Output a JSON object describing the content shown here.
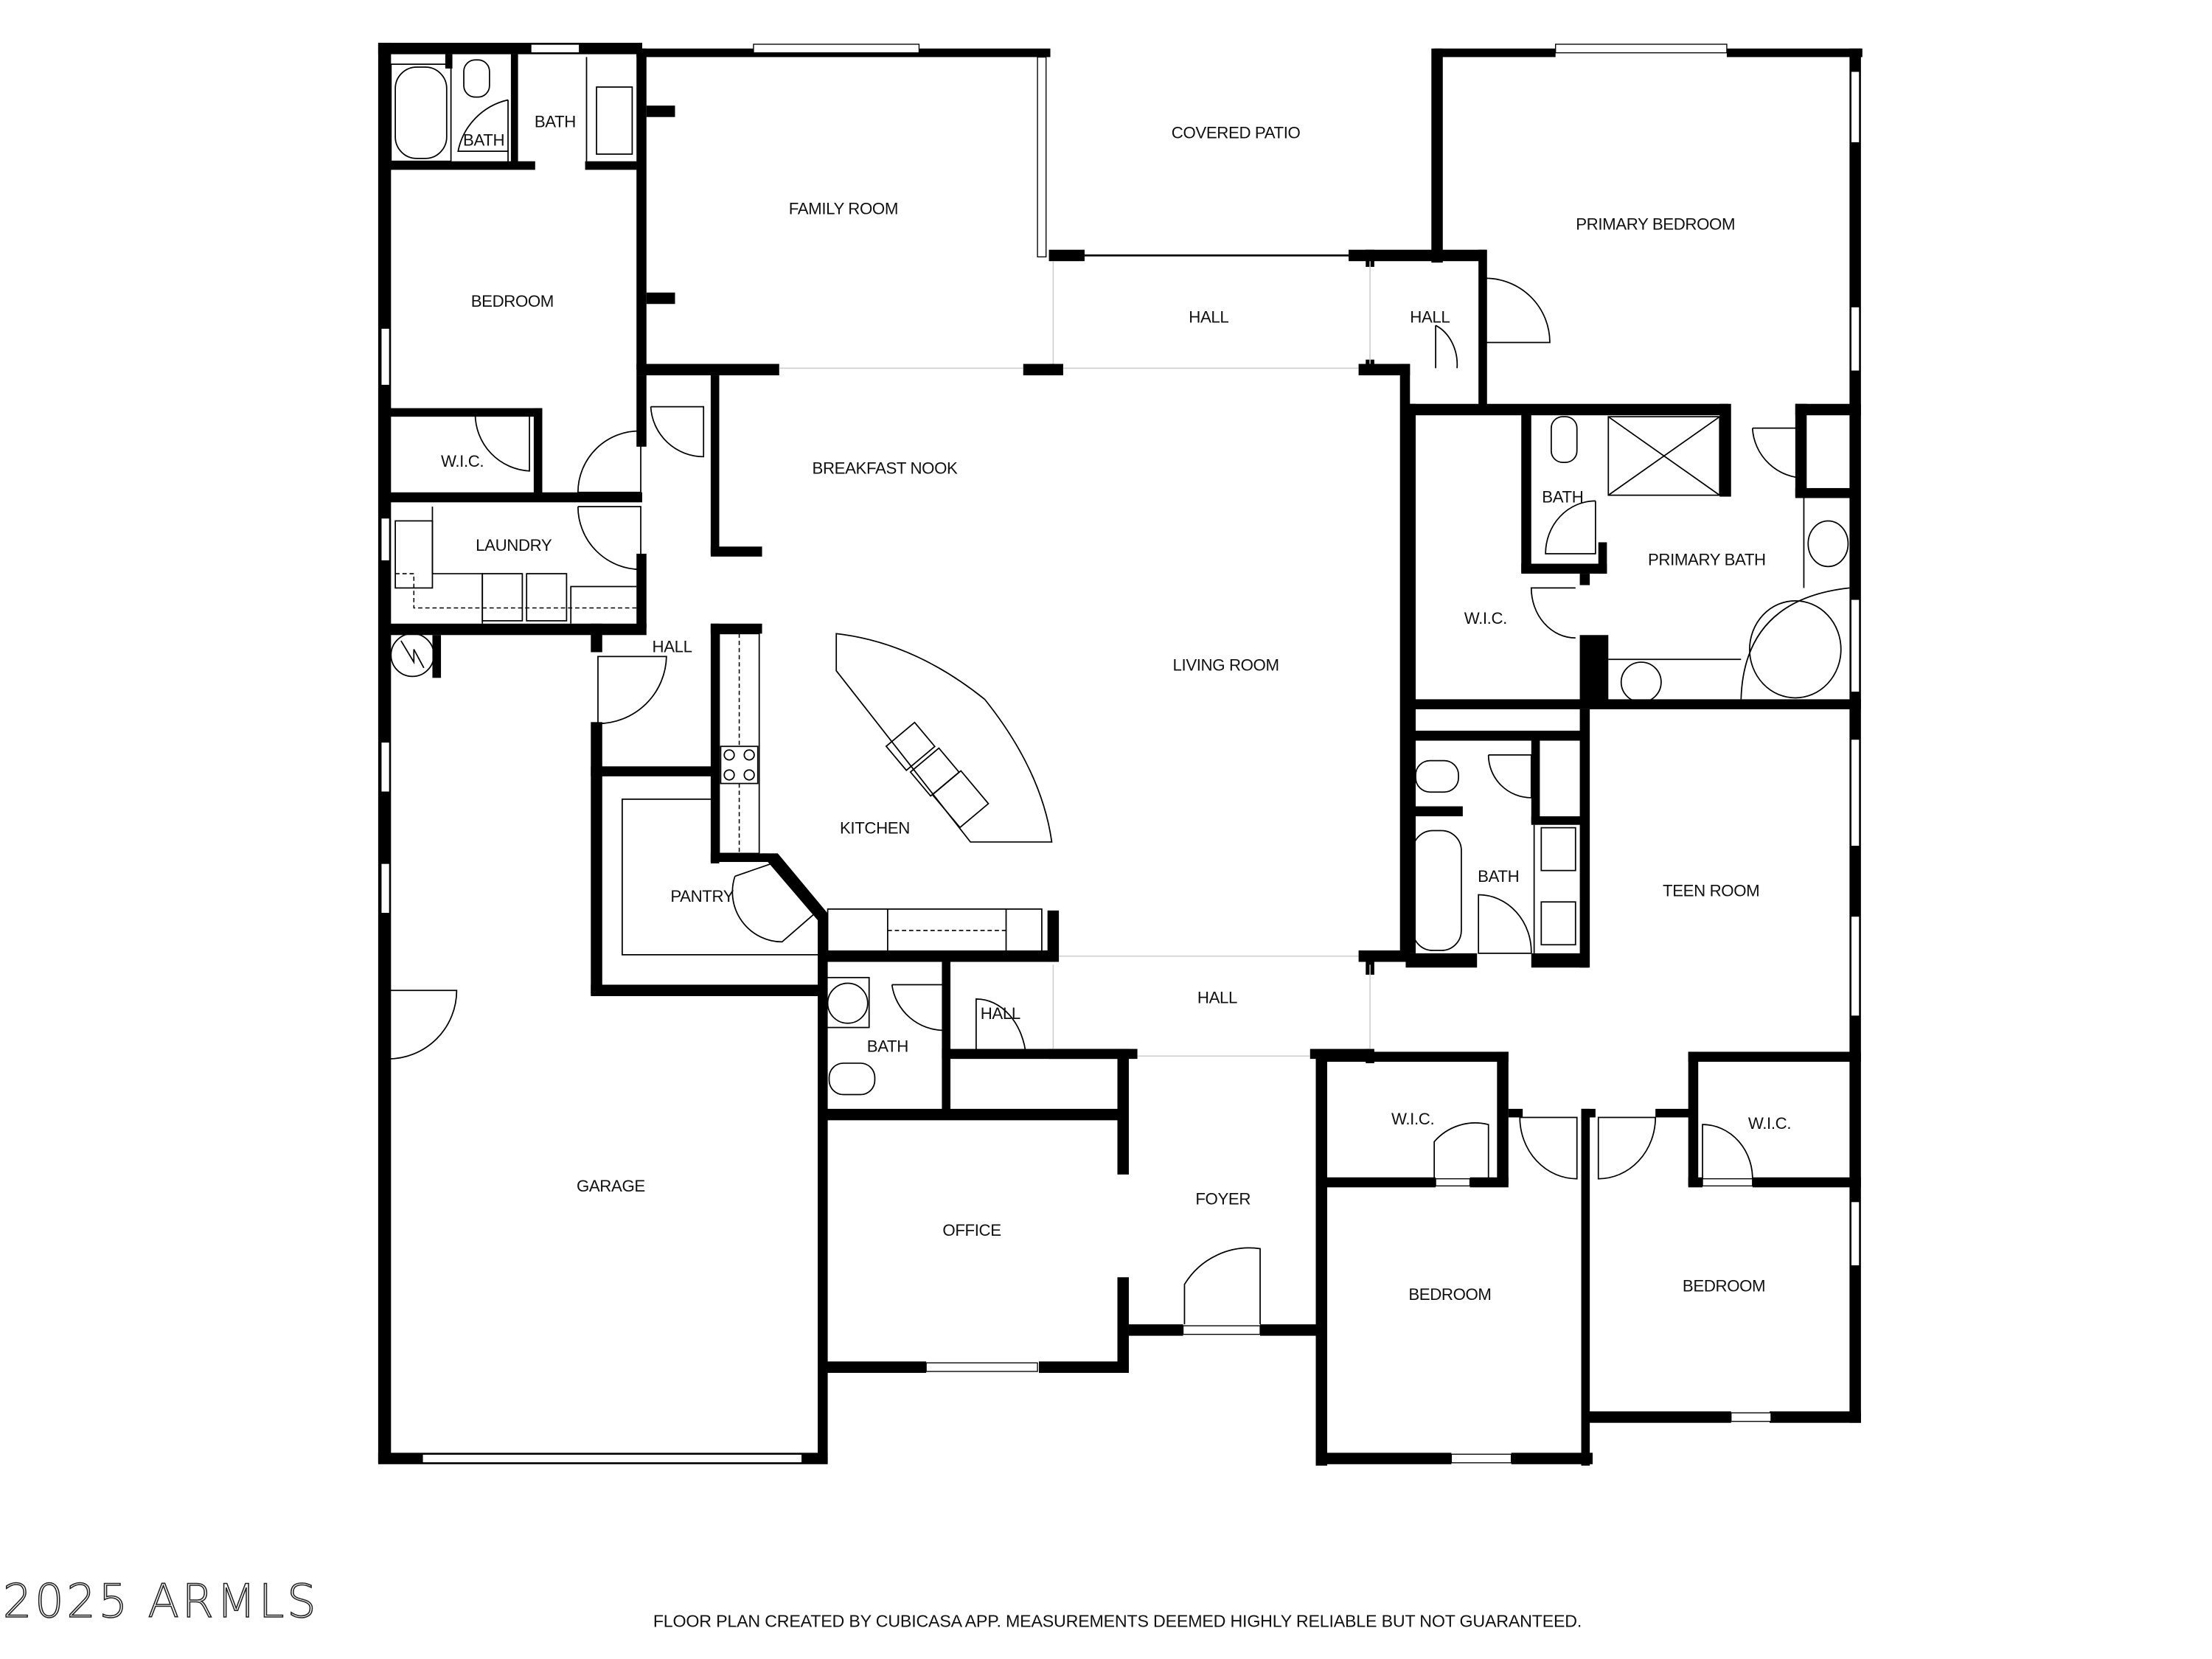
{
  "floor_plan": {
    "rooms": [
      {
        "id": "bath-1",
        "label": "BATH"
      },
      {
        "id": "bath-2",
        "label": "BATH"
      },
      {
        "id": "family-room",
        "label": "FAMILY ROOM"
      },
      {
        "id": "covered-patio",
        "label": "COVERED PATIO"
      },
      {
        "id": "primary-bedroom",
        "label": "PRIMARY BEDROOM"
      },
      {
        "id": "bedroom-nw",
        "label": "BEDROOM"
      },
      {
        "id": "hall-north",
        "label": "HALL"
      },
      {
        "id": "hall-north-small",
        "label": "HALL"
      },
      {
        "id": "wic-nw",
        "label": "W.I.C."
      },
      {
        "id": "breakfast-nook",
        "label": "BREAKFAST NOOK"
      },
      {
        "id": "laundry",
        "label": "LAUNDRY"
      },
      {
        "id": "bath-primary-wc",
        "label": "BATH"
      },
      {
        "id": "primary-bath",
        "label": "PRIMARY BATH"
      },
      {
        "id": "wic-primary",
        "label": "W.I.C."
      },
      {
        "id": "hall-west",
        "label": "HALL"
      },
      {
        "id": "living-room",
        "label": "LIVING ROOM"
      },
      {
        "id": "kitchen",
        "label": "KITCHEN"
      },
      {
        "id": "bath-jack",
        "label": "BATH"
      },
      {
        "id": "teen-room",
        "label": "TEEN ROOM"
      },
      {
        "id": "pantry",
        "label": "PANTRY"
      },
      {
        "id": "hall-south",
        "label": "HALL"
      },
      {
        "id": "hall-south-small",
        "label": "HALL"
      },
      {
        "id": "bath-powder",
        "label": "BATH"
      },
      {
        "id": "wic-se-1",
        "label": "W.I.C."
      },
      {
        "id": "wic-se-2",
        "label": "W.I.C."
      },
      {
        "id": "garage",
        "label": "GARAGE"
      },
      {
        "id": "foyer",
        "label": "FOYER"
      },
      {
        "id": "office",
        "label": "OFFICE"
      },
      {
        "id": "bedroom-s1",
        "label": "BEDROOM"
      },
      {
        "id": "bedroom-s2",
        "label": "BEDROOM"
      }
    ]
  },
  "footer": {
    "watermark": "2025 ARMLS",
    "disclaimer": "FLOOR PLAN CREATED BY CUBICASA APP. MEASUREMENTS DEEMED HIGHLY RELIABLE BUT NOT GUARANTEED."
  },
  "icons": {
    "water-heater": "circle-with-zigzag",
    "shower": "square-with-x",
    "stove": "four-burner-cooktop"
  }
}
